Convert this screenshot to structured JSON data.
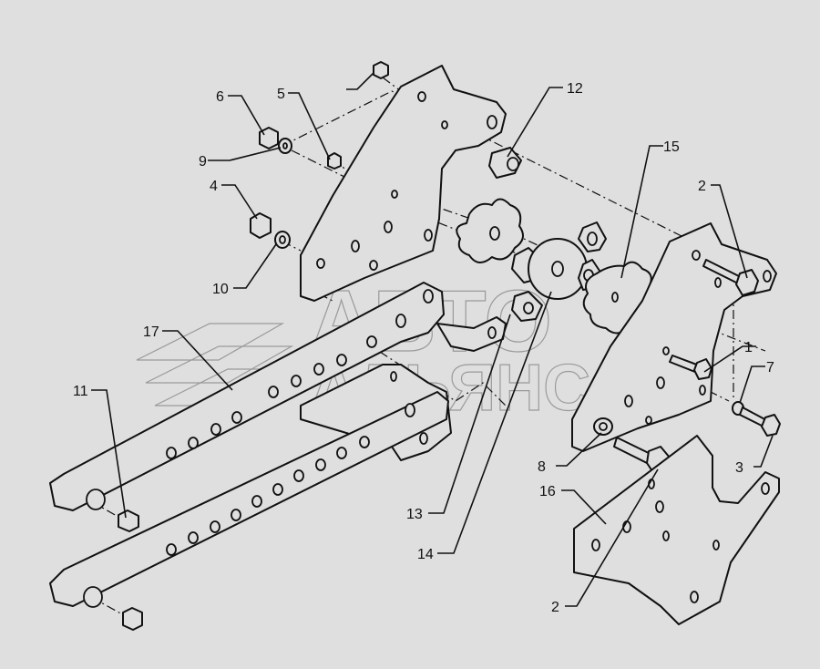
{
  "diagram": {
    "type": "exploded-parts-view",
    "background_color": "#dfdfdf",
    "line_color": "#111111",
    "callouts": [
      {
        "id": "c1",
        "label": "1"
      },
      {
        "id": "c2a",
        "label": "2"
      },
      {
        "id": "c2b",
        "label": "2"
      },
      {
        "id": "c3",
        "label": "3"
      },
      {
        "id": "c4",
        "label": "4"
      },
      {
        "id": "c5",
        "label": "5"
      },
      {
        "id": "c6",
        "label": "6"
      },
      {
        "id": "c7",
        "label": "7"
      },
      {
        "id": "c8",
        "label": "8"
      },
      {
        "id": "c9",
        "label": "9"
      },
      {
        "id": "c10",
        "label": "10"
      },
      {
        "id": "c11",
        "label": "11"
      },
      {
        "id": "c12",
        "label": "12"
      },
      {
        "id": "c13",
        "label": "13"
      },
      {
        "id": "c14",
        "label": "14"
      },
      {
        "id": "c15",
        "label": "15"
      },
      {
        "id": "c16",
        "label": "16"
      },
      {
        "id": "c17",
        "label": "17"
      }
    ],
    "watermark": {
      "line1": "АВТО",
      "line2": "АЛЬЯНС",
      "color": "#9a9a9a"
    }
  }
}
